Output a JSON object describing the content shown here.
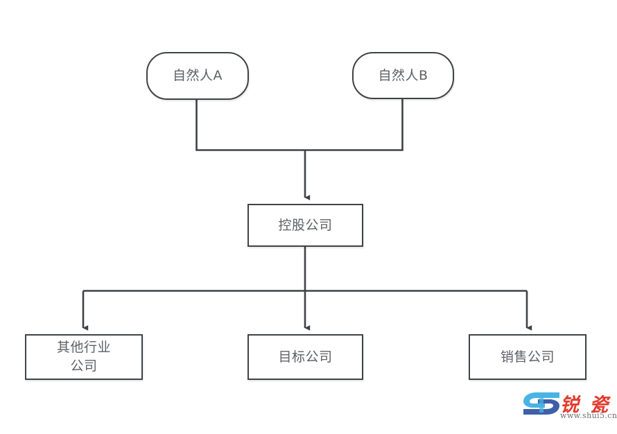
{
  "diagram": {
    "type": "org-structure-flowchart",
    "title": "",
    "background_color": "#ffffff",
    "stroke_color": "#3f4245",
    "text_color": "#5d6064",
    "nodes": [
      {
        "id": "person-a",
        "label": "自然人A",
        "shape": "rounded-rectangle",
        "level": 1
      },
      {
        "id": "person-b",
        "label": "自然人B",
        "shape": "rounded-rectangle",
        "level": 1
      },
      {
        "id": "holding",
        "label": "控股公司",
        "shape": "rectangle",
        "level": 2
      },
      {
        "id": "other-industry",
        "label": "其他行业\n公司",
        "shape": "rectangle",
        "level": 3
      },
      {
        "id": "target",
        "label": "目标公司",
        "shape": "rectangle",
        "level": 3
      },
      {
        "id": "sales",
        "label": "销售公司",
        "shape": "rectangle",
        "level": 3
      }
    ],
    "edges": [
      {
        "from": "person-a",
        "to": "holding",
        "arrow": true,
        "style": "orthogonal"
      },
      {
        "from": "person-b",
        "to": "holding",
        "arrow": true,
        "style": "orthogonal"
      },
      {
        "from": "holding",
        "to": "other-industry",
        "arrow": true,
        "style": "orthogonal"
      },
      {
        "from": "holding",
        "to": "target",
        "arrow": true,
        "style": "orthogonal"
      },
      {
        "from": "holding",
        "to": "sales",
        "arrow": true,
        "style": "orthogonal"
      }
    ]
  },
  "watermark": {
    "logo_name": "shui5-logo-icon",
    "brand_cn": "锐 瓷",
    "url": "www.shui5.cn",
    "logo_color_light": "#49b4e4",
    "logo_color_dark": "#3f5fa8",
    "brand_color": "#e23b2e"
  }
}
